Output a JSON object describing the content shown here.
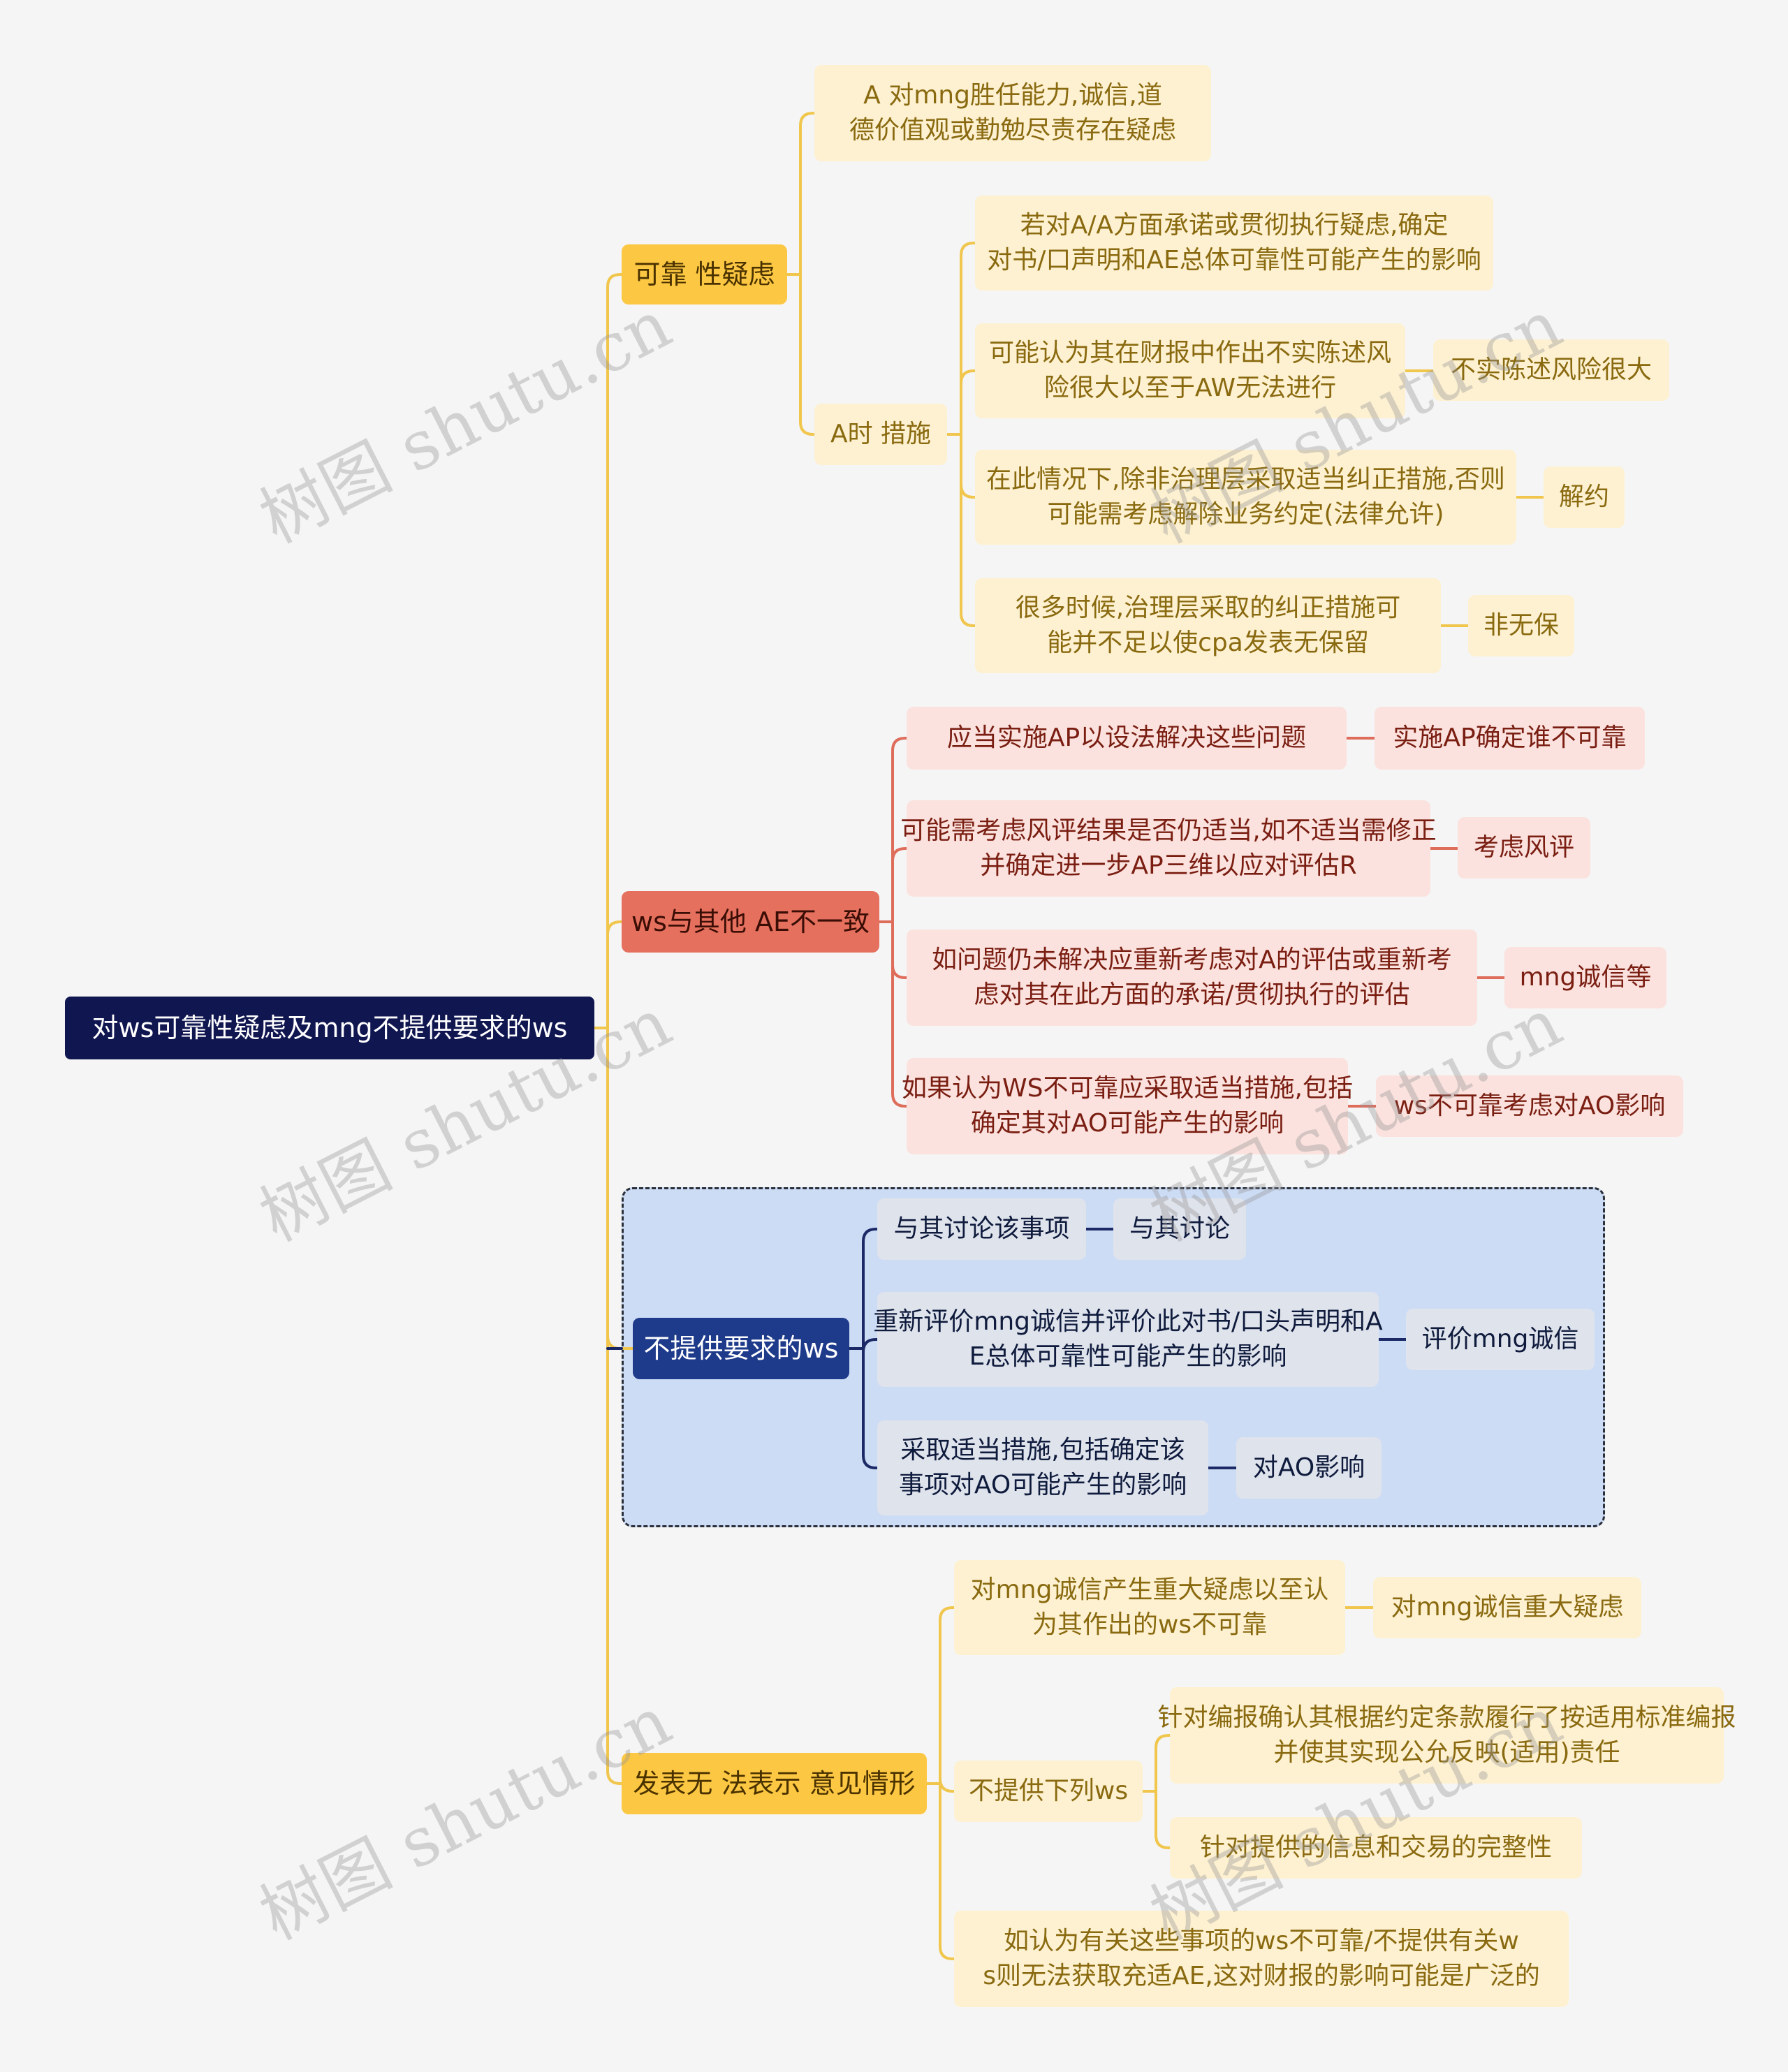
{
  "root": {
    "label": "对ws可靠性疑虑及mng不提供要求的ws"
  },
  "branches": {
    "reliability": {
      "label": "可靠 性疑虑",
      "doubt": "A 对mng胜任能力,诚信,道德价值观或勤勉尽责存在疑虑",
      "measures": {
        "label": "A时 措施",
        "items": [
          {
            "text": "若对A/A方面承诺或贯彻执行疑虑,确定对书/口声明和AE总体可靠性可能产生的影响"
          },
          {
            "text": "可能认为其在财报中作出不实陈述风险很大以至于AW无法进行",
            "note": "不实陈述风险很大"
          },
          {
            "text": "在此情况下,除非治理层采取适当纠正措施,否则可能需考虑解除业务约定(法律允许)",
            "note": "解约"
          },
          {
            "text": "很多时候,治理层采取的纠正措施可能并不足以使cpa发表无保留",
            "note": "非无保"
          }
        ]
      }
    },
    "inconsistent": {
      "label": "ws与其他 AE不一致",
      "items": [
        {
          "text": "应当实施AP以设法解决这些问题",
          "note": "实施AP确定谁不可靠"
        },
        {
          "text": "可能需考虑风评结果是否仍适当,如不适当需修正并确定进一步AP三维以应对评估R",
          "note": "考虑风评"
        },
        {
          "text": "如问题仍未解决应重新考虑对A的评估或重新考虑对其在此方面的承诺/贯彻执行的评估",
          "note": "mng诚信等"
        },
        {
          "text": "如果认为WS不可靠应采取适当措施,包括确定其对AO可能产生的影响",
          "note": "ws不可靠考虑对AO影响"
        }
      ]
    },
    "not_provided": {
      "label": "不提供要求的ws",
      "items": [
        {
          "text": "与其讨论该事项",
          "note": "与其讨论"
        },
        {
          "text": "重新评价mng诚信并评价此对书/口头声明和AE总体可靠性可能产生的影响",
          "note": "评价mng诚信"
        },
        {
          "text": "采取适当措施,包括确定该事项对AO可能产生的影响",
          "note": "对AO影响"
        }
      ]
    },
    "disclaimer": {
      "label": "发表无 法表示 意见情形",
      "doubt": {
        "text": "对mng诚信产生重大疑虑以至认为其作出的ws不可靠",
        "note": "对mng诚信重大疑虑"
      },
      "not_provide": {
        "label": "不提供下列ws",
        "items": [
          "针对编报确认其根据约定条款履行了按适用标准编报并使其实现公允反映(适用)责任",
          "针对提供的信息和交易的完整性"
        ]
      },
      "conclusion": "如认为有关这些事项的ws不可靠/不提供有关ws则无法获取充适AE,这对财报的影响可能是广泛的"
    }
  },
  "watermark": "树图 shutu.cn",
  "colors": {
    "root_bg": "#101650",
    "yellow_main": "#fcc742",
    "yellow_light": "#fdf1d1",
    "yellow_line": "#f0c64d",
    "red_main": "#e5705e",
    "red_light": "#fbe2de",
    "red_line": "#de6d5c",
    "blue_main": "#1e3a8a",
    "blue_light": "#dfe3ec",
    "blue_line": "#1b2a66",
    "boundary_bg": "#cddcf5"
  }
}
